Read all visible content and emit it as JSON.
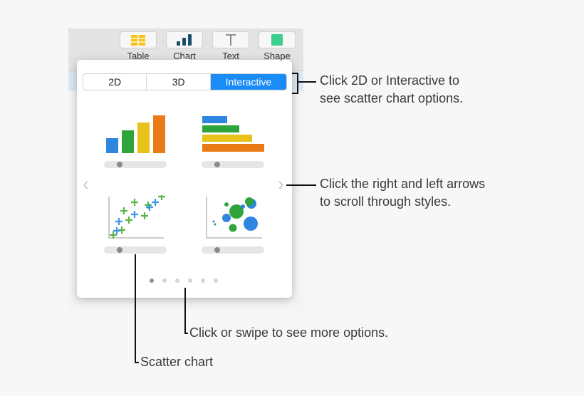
{
  "toolbar": {
    "items": [
      {
        "label": "Table",
        "icon": "table-icon",
        "color": "#f7c21a"
      },
      {
        "label": "Chart",
        "icon": "chart-icon",
        "color": "#1a4f6b"
      },
      {
        "label": "Text",
        "icon": "text-icon",
        "color": "#555555"
      },
      {
        "label": "Shape",
        "icon": "shape-icon",
        "color": "#3ccf8e"
      }
    ]
  },
  "popover": {
    "segments": [
      {
        "label": "2D",
        "active": false
      },
      {
        "label": "3D",
        "active": false
      },
      {
        "label": "Interactive",
        "active": true
      }
    ],
    "accent": "#1a8cf7",
    "chart_styles": [
      "column-chart",
      "bar-chart",
      "scatter-chart",
      "bubble-chart"
    ],
    "arrows": {
      "left": "‹",
      "right": "›"
    },
    "page_dots": {
      "count": 6,
      "current": 1
    }
  },
  "callouts": {
    "segment": [
      "Click 2D or Interactive to",
      "see scatter chart options."
    ],
    "arrows": [
      "Click the right and left arrows",
      "to scroll through styles."
    ],
    "dots": "Click or swipe to see more options.",
    "scatter": "Scatter chart"
  }
}
